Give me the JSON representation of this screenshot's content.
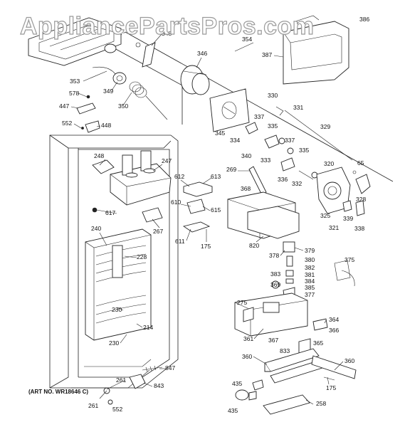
{
  "watermark": "AppliancePartsPros.com",
  "art_number": "(ART NO. WR18646 C)",
  "callouts": [
    {
      "id": "348",
      "text": "348"
    },
    {
      "id": "386",
      "text": "386"
    },
    {
      "id": "354",
      "text": "354"
    },
    {
      "id": "346",
      "text": "346"
    },
    {
      "id": "387",
      "text": "387"
    },
    {
      "id": "353",
      "text": "353"
    },
    {
      "id": "349",
      "text": "349"
    },
    {
      "id": "578",
      "text": "578"
    },
    {
      "id": "447",
      "text": "447"
    },
    {
      "id": "350",
      "text": "350"
    },
    {
      "id": "552a",
      "text": "552"
    },
    {
      "id": "448",
      "text": "448"
    },
    {
      "id": "330",
      "text": "330"
    },
    {
      "id": "331",
      "text": "331"
    },
    {
      "id": "337a",
      "text": "337"
    },
    {
      "id": "335a",
      "text": "335"
    },
    {
      "id": "345",
      "text": "345"
    },
    {
      "id": "334",
      "text": "334"
    },
    {
      "id": "329",
      "text": "329"
    },
    {
      "id": "337b",
      "text": "337"
    },
    {
      "id": "340",
      "text": "340"
    },
    {
      "id": "333",
      "text": "333"
    },
    {
      "id": "335b",
      "text": "335"
    },
    {
      "id": "248",
      "text": "248"
    },
    {
      "id": "247",
      "text": "247"
    },
    {
      "id": "65",
      "text": "65"
    },
    {
      "id": "320",
      "text": "320"
    },
    {
      "id": "269",
      "text": "269"
    },
    {
      "id": "612",
      "text": "612"
    },
    {
      "id": "613",
      "text": "613"
    },
    {
      "id": "336",
      "text": "336"
    },
    {
      "id": "332",
      "text": "332"
    },
    {
      "id": "368",
      "text": "368"
    },
    {
      "id": "617",
      "text": "617"
    },
    {
      "id": "610",
      "text": "610"
    },
    {
      "id": "615",
      "text": "615"
    },
    {
      "id": "328",
      "text": "328"
    },
    {
      "id": "325",
      "text": "325"
    },
    {
      "id": "339",
      "text": "339"
    },
    {
      "id": "267",
      "text": "267"
    },
    {
      "id": "240",
      "text": "240"
    },
    {
      "id": "321",
      "text": "321"
    },
    {
      "id": "338",
      "text": "338"
    },
    {
      "id": "611",
      "text": "611"
    },
    {
      "id": "820",
      "text": "820"
    },
    {
      "id": "175a",
      "text": "175"
    },
    {
      "id": "379",
      "text": "379"
    },
    {
      "id": "378",
      "text": "378"
    },
    {
      "id": "228",
      "text": "228"
    },
    {
      "id": "380",
      "text": "380"
    },
    {
      "id": "375",
      "text": "375"
    },
    {
      "id": "382",
      "text": "382"
    },
    {
      "id": "383",
      "text": "383"
    },
    {
      "id": "381",
      "text": "381"
    },
    {
      "id": "384",
      "text": "384"
    },
    {
      "id": "369",
      "text": "369"
    },
    {
      "id": "385",
      "text": "385"
    },
    {
      "id": "377",
      "text": "377"
    },
    {
      "id": "275",
      "text": "275"
    },
    {
      "id": "230a",
      "text": "230"
    },
    {
      "id": "364",
      "text": "364"
    },
    {
      "id": "214",
      "text": "214"
    },
    {
      "id": "366",
      "text": "366"
    },
    {
      "id": "361",
      "text": "361"
    },
    {
      "id": "230b",
      "text": "230"
    },
    {
      "id": "367",
      "text": "367"
    },
    {
      "id": "365",
      "text": "365"
    },
    {
      "id": "833",
      "text": "833"
    },
    {
      "id": "360a",
      "text": "360"
    },
    {
      "id": "360b",
      "text": "360"
    },
    {
      "id": "847",
      "text": "847"
    },
    {
      "id": "261a",
      "text": "261"
    },
    {
      "id": "843",
      "text": "843"
    },
    {
      "id": "435a",
      "text": "435"
    },
    {
      "id": "175b",
      "text": "175"
    },
    {
      "id": "258",
      "text": "258"
    },
    {
      "id": "261b",
      "text": "261"
    },
    {
      "id": "552b",
      "text": "552"
    },
    {
      "id": "435b",
      "text": "435"
    }
  ]
}
